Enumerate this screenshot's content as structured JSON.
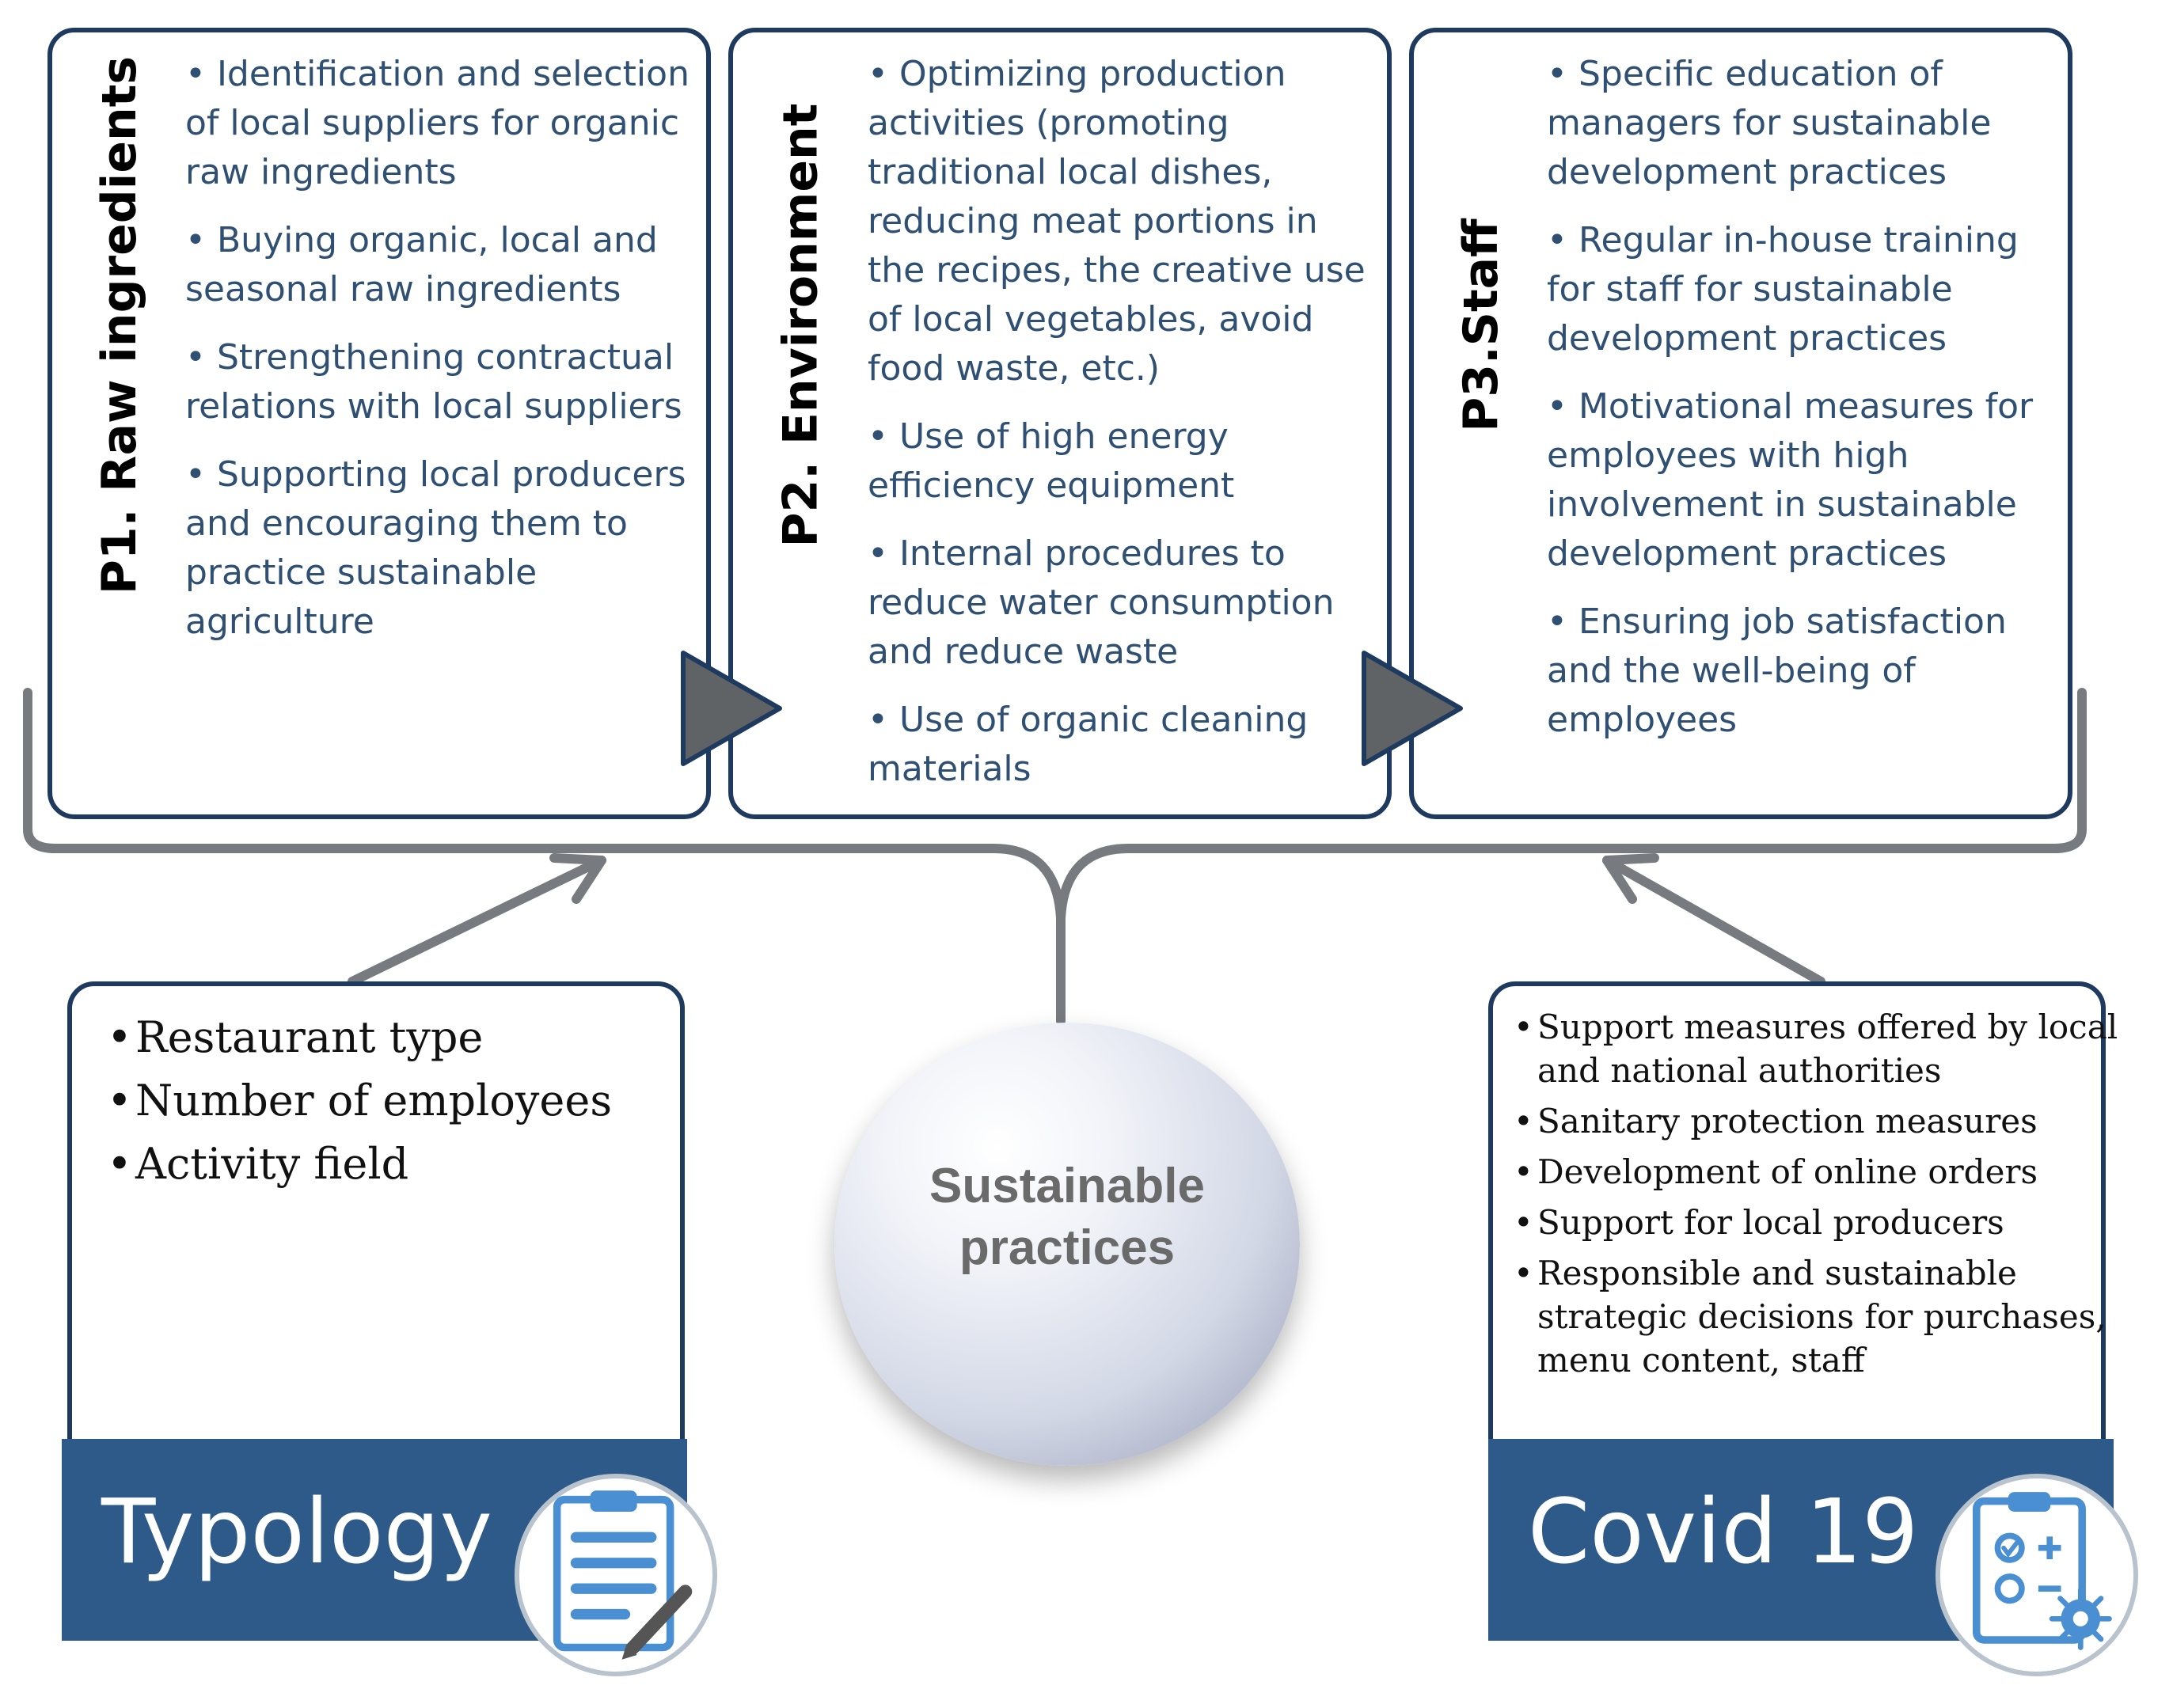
{
  "pillars": [
    {
      "title": "P1. Raw ingredients",
      "items": [
        "Identification and selection of local suppliers for organic raw ingredients",
        "Buying organic, local and seasonal raw ingredients",
        "Strengthening contractual relations with local suppliers",
        "Supporting local producers and encouraging them to practice sustainable agriculture"
      ]
    },
    {
      "title": "P2. Environment",
      "items": [
        "Optimizing production activities (promoting traditional local dishes, reducing meat portions in the recipes, the creative use of local vegetables, avoid food waste, etc.)",
        "Use of high energy efficiency equipment",
        "Internal procedures to reduce water consumption and reduce waste",
        "Use of organic cleaning materials"
      ]
    },
    {
      "title": "P3.Staff",
      "items": [
        "Specific education of managers for sustainable development practices",
        "Regular in-house training for staff for sustainable development practices",
        "Motivational measures for employees with high involvement in sustainable development practices",
        "Ensuring job satisfaction and the well-being of employees"
      ]
    }
  ],
  "center": {
    "line1": "Sustainable",
    "line2": "practices"
  },
  "typology": {
    "label": "Typology",
    "items": [
      "Restaurant type",
      "Number of employees",
      "Activity field"
    ]
  },
  "covid": {
    "label": "Covid 19",
    "items": [
      "Support measures offered by local and national authorities",
      "Sanitary protection measures",
      "Development of online orders",
      "Support for local producers",
      "Responsible and sustainable strategic decisions for purchases, menu content, staff"
    ]
  },
  "icons": [
    "clipboard-pencil-icon",
    "medical-checklist-virus-icon"
  ],
  "colors": {
    "box_border": "#1e3a5f",
    "item_text": "#2f4f73",
    "banner": "#2d5a89",
    "arrow": "#5f6366"
  }
}
